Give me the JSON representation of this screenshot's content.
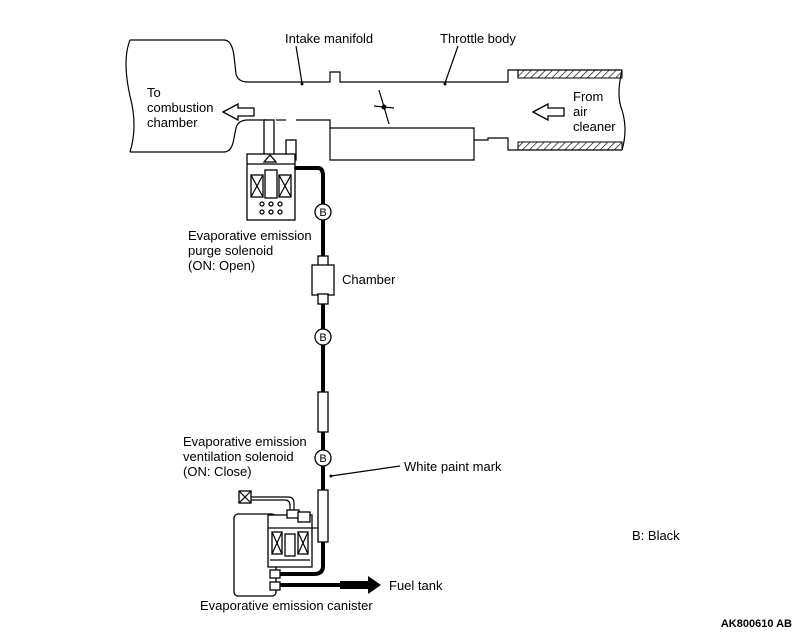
{
  "labels": {
    "intake_manifold": "Intake manifold",
    "throttle_body": "Throttle body",
    "to_combustion": [
      "To",
      "combustion",
      "chamber"
    ],
    "from_air_cleaner": [
      "From",
      "air",
      "cleaner"
    ],
    "purge_solenoid": [
      "Evaporative emission",
      "purge solenoid",
      "(ON: Open)"
    ],
    "chamber": "Chamber",
    "ventilation_solenoid": [
      "Evaporative emission",
      "ventilation solenoid",
      "(ON: Close)"
    ],
    "white_paint_mark": "White paint mark",
    "fuel_tank": "Fuel tank",
    "canister": "Evaporative emission canister",
    "legend_black": "B: Black",
    "figure_code": "AK800610 AB"
  },
  "hose_markers": [
    "B",
    "B",
    "B"
  ]
}
